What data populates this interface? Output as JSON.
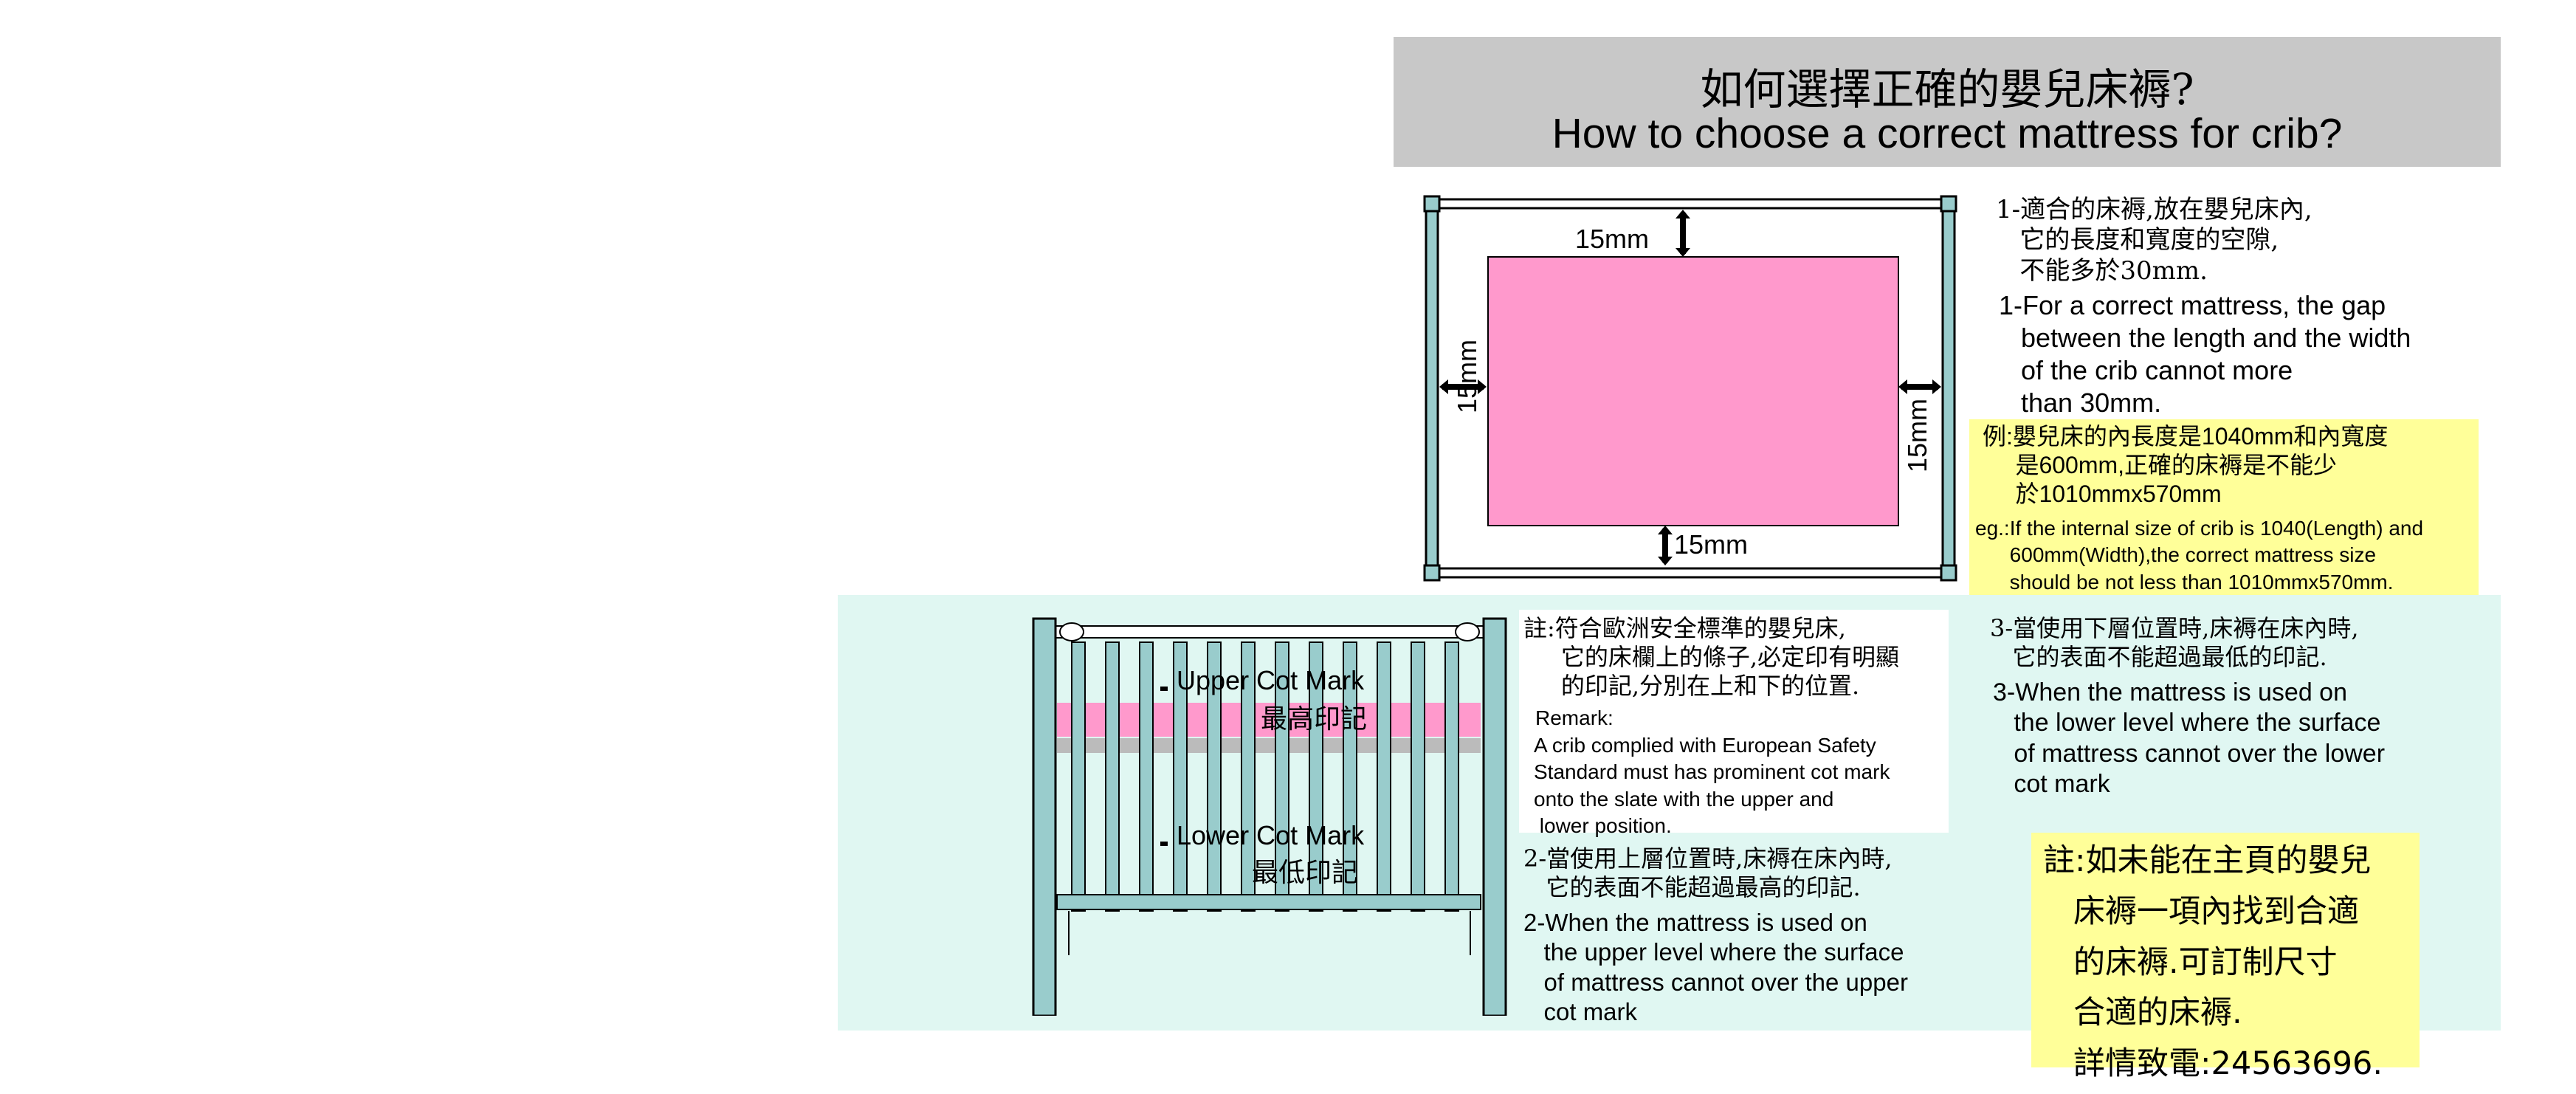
{
  "title": {
    "zh": "如何選擇正確的嬰兒床褥?",
    "en": "How to choose a correct mattress for crib?"
  },
  "diagram": {
    "gap_top": "15mm",
    "gap_left": "15mm",
    "gap_right": "15mm",
    "gap_bottom": "15mm",
    "colors": {
      "mattress": "#ff99cc",
      "crib_frame": "#99cccc",
      "mint_bg": "#e0f7f2",
      "note_bg": "#ffff99",
      "title_bg": "#c8c8c8"
    }
  },
  "rule1": {
    "zh": "1-適合的床褥,放在嬰兒床內,\n   它的長度和寬度的空隙,\n   不能多於30mm.",
    "en": "1-For a correct mattress, the gap\n   between the length and the width\n   of the crib cannot more\n   than 30mm."
  },
  "example": {
    "zh": "例:嬰兒床的內長度是1040mm和內寬度\n     是600mm,正確的床褥是不能少\n     於1010mmx570mm",
    "en": "eg.:If the internal size of crib is 1040(Length) and\n      600mm(Width),the correct mattress size\n      should be not less than 1010mmx570mm."
  },
  "crib": {
    "upper_mark_en": "Upper Cot Mark",
    "upper_mark_zh": "最高印記",
    "lower_mark_en": "Lower Cot Mark",
    "lower_mark_zh": "最低印記"
  },
  "remark": {
    "zh": "註:符合歐洲安全標準的嬰兒床,\n     它的床欄上的條子,必定印有明顯\n     的印記,分別在上和下的位置.",
    "label": "Remark:",
    "en": "A crib complied with European Safety\nStandard must has prominent cot mark\nonto the slate with the upper and\n lower position."
  },
  "rule2": {
    "zh": "2-當使用上層位置時,床褥在床內時,\n   它的表面不能超過最高的印記.",
    "en": "2-When the mattress is used on\n   the upper level where the surface\n   of mattress cannot over the upper\n   cot mark"
  },
  "rule3": {
    "zh": "3-當使用下層位置時,床褥在床內時,\n   它的表面不能超過最低的印記.",
    "en": "3-When the mattress is used on\n   the lower level where the surface\n   of mattress cannot over the lower\n   cot mark"
  },
  "contact_note": "註:如未能在主頁的嬰兒\n   床褥一項內找到合適\n   的床褥.可訂制尺寸\n   合適的床褥.\n   詳情致電:24563696."
}
